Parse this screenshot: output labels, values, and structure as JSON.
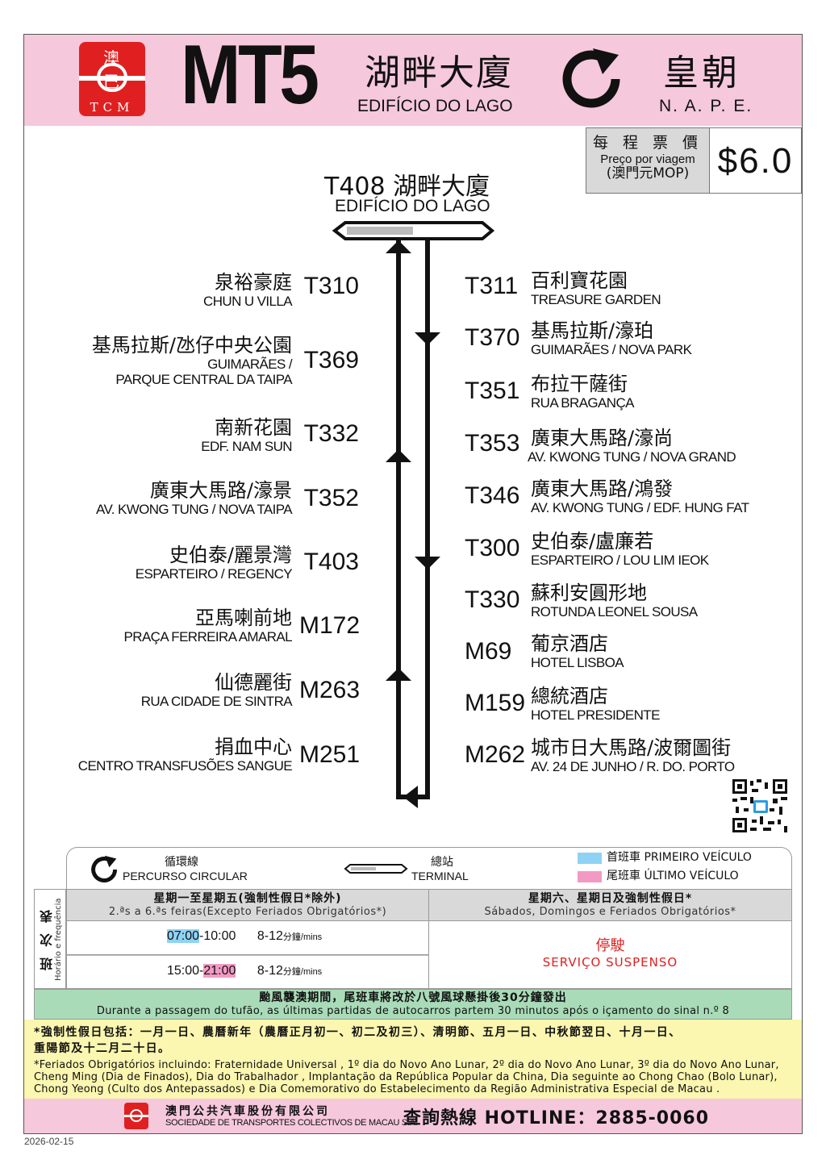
{
  "header": {
    "logo_top": "澳巴",
    "logo_bottom": "TCM",
    "route": "MT5",
    "origin_zh": "湖畔大廈",
    "origin_pt": "EDIFÍCIO DO LAGO",
    "destination_zh": "皇朝",
    "destination_pt": "N. A. P. E.",
    "circular_icon": "circular-arrow-icon"
  },
  "fare": {
    "label_zh": "每 程 票 價",
    "label_pt": "Preço por viagem",
    "currency": "(澳門元MOP)",
    "value": "$6.0"
  },
  "terminal": {
    "zh": "T408  湖畔大廈",
    "pt": "EDIFÍCIO DO LAGO"
  },
  "stops_left": [
    {
      "code": "T310",
      "zh": "泉裕豪庭",
      "pt": "CHUN U VILLA",
      "pt2": ""
    },
    {
      "code": "T369",
      "zh": "基馬拉斯/氹仔中央公園",
      "pt": "GUIMARÃES /",
      "pt2": "PARQUE CENTRAL DA TAIPA"
    },
    {
      "code": "T332",
      "zh": "南新花園",
      "pt": "EDF. NAM SUN",
      "pt2": ""
    },
    {
      "code": "T352",
      "zh": "廣東大馬路/濠景",
      "pt": "AV. KWONG TUNG / NOVA TAIPA",
      "pt2": ""
    },
    {
      "code": "T403",
      "zh": "史伯泰/麗景灣",
      "pt": "ESPARTEIRO / REGENCY",
      "pt2": ""
    },
    {
      "code": "M172",
      "zh": "亞馬喇前地",
      "pt": "PRAÇA FERREIRA AMARAL",
      "pt2": ""
    },
    {
      "code": "M263",
      "zh": "仙德麗街",
      "pt": "RUA CIDADE DE SINTRA",
      "pt2": ""
    },
    {
      "code": "M251",
      "zh": "捐血中心",
      "pt": "CENTRO TRANSFUSÕES SANGUE",
      "pt2": ""
    }
  ],
  "stops_right": [
    {
      "code": "T311",
      "zh": "百利寶花園",
      "pt": "TREASURE GARDEN"
    },
    {
      "code": "T370",
      "zh": "基馬拉斯/濠珀",
      "pt": "GUIMARÃES / NOVA PARK"
    },
    {
      "code": "T351",
      "zh": "布拉干薩街",
      "pt": "RUA BRAGANÇA"
    },
    {
      "code": "T353",
      "zh": "廣東大馬路/濠尚",
      "pt": "AV. KWONG TUNG /  NOVA GRAND"
    },
    {
      "code": "T346",
      "zh": "廣東大馬路/鴻發",
      "pt": "AV. KWONG TUNG / EDF. HUNG FAT"
    },
    {
      "code": "T300",
      "zh": "史伯泰/盧廉若",
      "pt": "ESPARTEIRO / LOU LIM IEOK"
    },
    {
      "code": "T330",
      "zh": "蘇利安圓形地",
      "pt": "ROTUNDA LEONEL SOUSA"
    },
    {
      "code": "M69",
      "zh": "葡京酒店",
      "pt": "HOTEL LISBOA"
    },
    {
      "code": "M159",
      "zh": "總統酒店",
      "pt": "HOTEL PRESIDENTE"
    },
    {
      "code": "M262",
      "zh": "城市日大馬路/波爾圖街",
      "pt": "AV. 24 DE JUNHO / R. DO. PORTO"
    }
  ],
  "legend": {
    "circular_zh": "循環線",
    "circular_pt": "PERCURSO CIRCULAR",
    "terminal_zh": "總站",
    "terminal_pt": "TERMINAL",
    "first_label": "首班車 PRIMEIRO VEÍCULO",
    "last_label": "尾班車 ÚLTIMO VEÍCULO",
    "first_color": "#8fd3f4",
    "last_color": "#f29ac4"
  },
  "timetable": {
    "side_zh": "班 次 表",
    "side_pt": "Horário e frequência",
    "weekday_zh": "星期一至星期五(強制性假日*除外)",
    "weekday_pt": "2.ªs a 6.ªs feiras(Excepto Feriados Obrigatórios*)",
    "weekend_zh": "星期六、星期日及強制性假日*",
    "weekend_pt": "Sábados, Domingos e Feriados Obrigatórios*",
    "row1_first": "07:00",
    "row1_end": "-10:00",
    "row1_freq": "8-12",
    "row2_start": "15:00-",
    "row2_last": "21:00",
    "row2_freq": "8-12",
    "freq_unit": "分鐘/mins",
    "suspended_zh": "停駛",
    "suspended_pt": "SERVIÇO SUSPENSO"
  },
  "typhoon": {
    "zh": "颱風襲澳期間，尾班車將改於八號風球懸掛後30分鐘發出",
    "pt": "Durante a passagem do tufão, as últimas partidas de autocarros partem 30 minutos após o içamento do sinal n.º 8"
  },
  "notes": {
    "zh_line1": "*強制性假日包括：一月一日、農曆新年（農曆正月初一、初二及初三）、清明節、五月一日、中秋節翌日、十月一日、",
    "zh_line2": "  重陽節及十二月二十日。",
    "pt": "*Feriados Obrigatórios incluindo: Fraternidade Universal , 1º dia do Novo Ano Lunar, 2º dia do Novo Ano Lunar, 3º dia do Novo Ano Lunar, Cheng Ming (Dia de Finados), Dia do Trabalhador , Implantação da República Popular da China, Dia seguinte ao Chong Chao (Bolo Lunar), Chong Yeong (Culto dos Antepassados) e Dia Comemorativo do Estabelecimento da Região Administrativa Especial de Macau ."
  },
  "footer": {
    "company_zh": "澳門公共汽車股份有限公司",
    "company_pt": "SOCIEDADE DE TRANSPORTES COLECTIVOS DE MACAU S.A.",
    "hotline": "查詢熱線 HOTLINE：2885-0060",
    "date": "2026-02-15"
  }
}
